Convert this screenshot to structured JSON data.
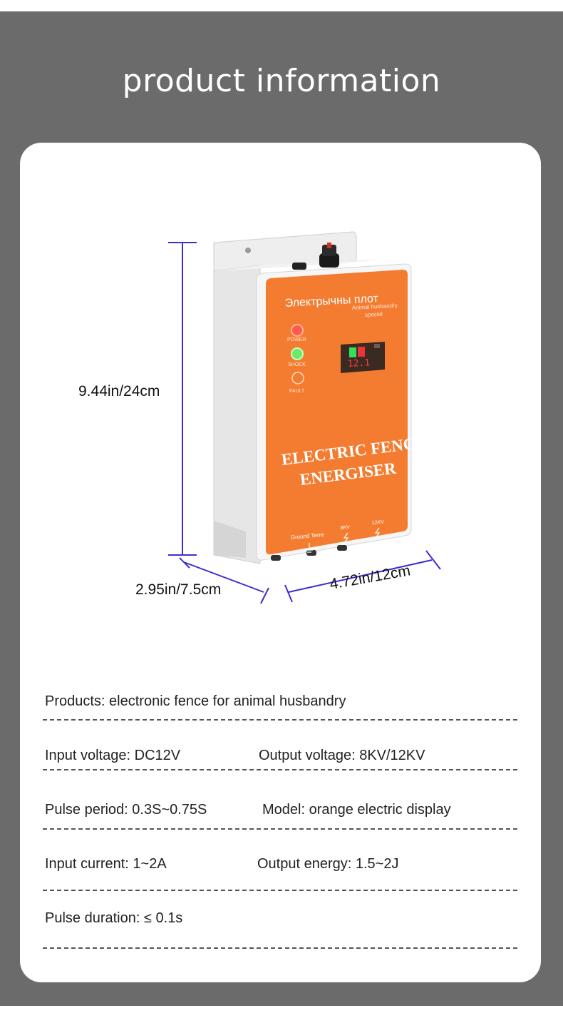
{
  "page": {
    "title": "product information"
  },
  "product": {
    "header_text": "Электрычны плот",
    "sub_line1": "Animal husbandry",
    "sub_line2": "special",
    "led_power": "POWER",
    "led_shock": "SHOCK",
    "led_fault": "FAULT",
    "display_value": "12.1",
    "name_line1": "ELECTRIC FENCE",
    "name_line2": "ENERGISER",
    "terminal_ground": "Ground Terre",
    "terminal_8kv": "8KV",
    "terminal_12kv": "12KV",
    "colors": {
      "body": "#f47c30",
      "case": "#e9e9e9",
      "dim_line": "#3b2fcf"
    }
  },
  "dimensions": {
    "height": "9.44in/24cm",
    "depth": "2.95in/7.5cm",
    "width": "4.72in/12cm"
  },
  "specs": {
    "products": "Products: electronic fence for animal husbandry",
    "input_voltage": "Input voltage: DC12V",
    "output_voltage": "Output voltage: 8KV/12KV",
    "pulse_period": "Pulse period: 0.3S~0.75S",
    "model": "Model: orange electric display",
    "input_current": "Input current: 1~2A",
    "output_energy": "Output energy: 1.5~2J",
    "pulse_duration": "Pulse duration: ≤ 0.1s"
  }
}
